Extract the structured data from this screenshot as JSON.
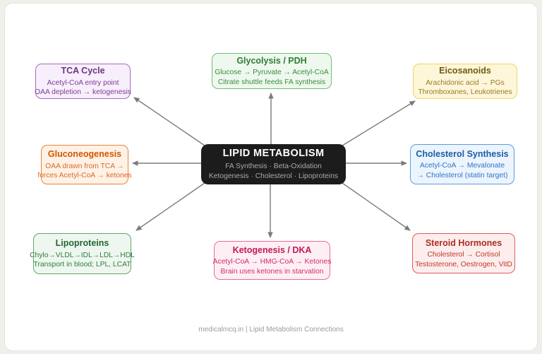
{
  "canvas": {
    "bg": "#f1efe9",
    "card_bg": "#ffffff",
    "card_border": "#e6e3db",
    "arrow_color": "#7b7b7b"
  },
  "diagram": {
    "center": {
      "title": "LIPID METABOLISM",
      "line1": "FA Synthesis · Beta-Oxidation",
      "line2": "Ketogenesis · Cholesterol · Lipoproteins",
      "colors": {
        "bg": "#1c1c1c",
        "title": "#ffffff",
        "body": "#a9a9a9"
      }
    },
    "nodes": [
      {
        "id": "tca-cycle",
        "title": "TCA Cycle",
        "line1": "Acetyl-CoA entry point",
        "line2": "OAA depletion → ketogenesis",
        "colors": {
          "border": "#a66bbe",
          "bg": "#f7effb",
          "title": "#6c3483",
          "body": "#7d3c98"
        }
      },
      {
        "id": "glycolysis-pdh",
        "title": "Glycolysis / PDH",
        "line1": "Glucose → Pyruvate → Acetyl-CoA",
        "line2": "Citrate shuttle feeds FA synthesis",
        "colors": {
          "border": "#6fbf73",
          "bg": "#eef8ee",
          "title": "#2e7d32",
          "body": "#388e3c"
        }
      },
      {
        "id": "eicosanoids",
        "title": "Eicosanoids",
        "line1": "Arachidonic acid → PGs",
        "line2": "Thromboxanes, Leukotrienes",
        "colors": {
          "border": "#f0d26a",
          "bg": "#fdf6d9",
          "title": "#6e5c12",
          "body": "#9c7a28"
        }
      },
      {
        "id": "gluconeogenesis",
        "title": "Gluconeogenesis",
        "line1": "OAA drawn from TCA →",
        "line2": "forces Acetyl-CoA → ketones",
        "colors": {
          "border": "#e8833a",
          "bg": "#fdf2e5",
          "title": "#d35400",
          "body": "#dc6a2a"
        }
      },
      {
        "id": "cholesterol-synthesis",
        "title": "Cholesterol Synthesis",
        "line1": "Acetyl-CoA → Mevalonate",
        "line2": "→ Cholesterol (statin target)",
        "colors": {
          "border": "#5d9cdb",
          "bg": "#ecf4fd",
          "title": "#1b5ea6",
          "body": "#2e75c6"
        }
      },
      {
        "id": "lipoproteins",
        "title": "Lipoproteins",
        "line1": "Chylo→VLDL→IDL→LDL→HDL",
        "line2": "Transport in blood; LPL, LCAT",
        "colors": {
          "border": "#5da868",
          "bg": "#eef7ef",
          "title": "#22662e",
          "body": "#2f7d3c"
        }
      },
      {
        "id": "ketogenesis-dka",
        "title": "Ketogenesis / DKA",
        "line1": "Acetyl-CoA → HMG-CoA → Ketones",
        "line2": "Brain uses ketones in starvation",
        "colors": {
          "border": "#ea6b97",
          "bg": "#fdeff4",
          "title": "#c2185b",
          "body": "#d12c6f"
        }
      },
      {
        "id": "steroid-hormones",
        "title": "Steroid Hormones",
        "line1": "Cholesterol → Cortisol",
        "line2": "Testosterone, Oestrogen, VitD",
        "colors": {
          "border": "#e25b5b",
          "bg": "#fdeded",
          "title": "#ab2f22",
          "body": "#c0392b"
        }
      }
    ],
    "footer": "medicalmcq.in | Lipid Metabolism Connections"
  }
}
